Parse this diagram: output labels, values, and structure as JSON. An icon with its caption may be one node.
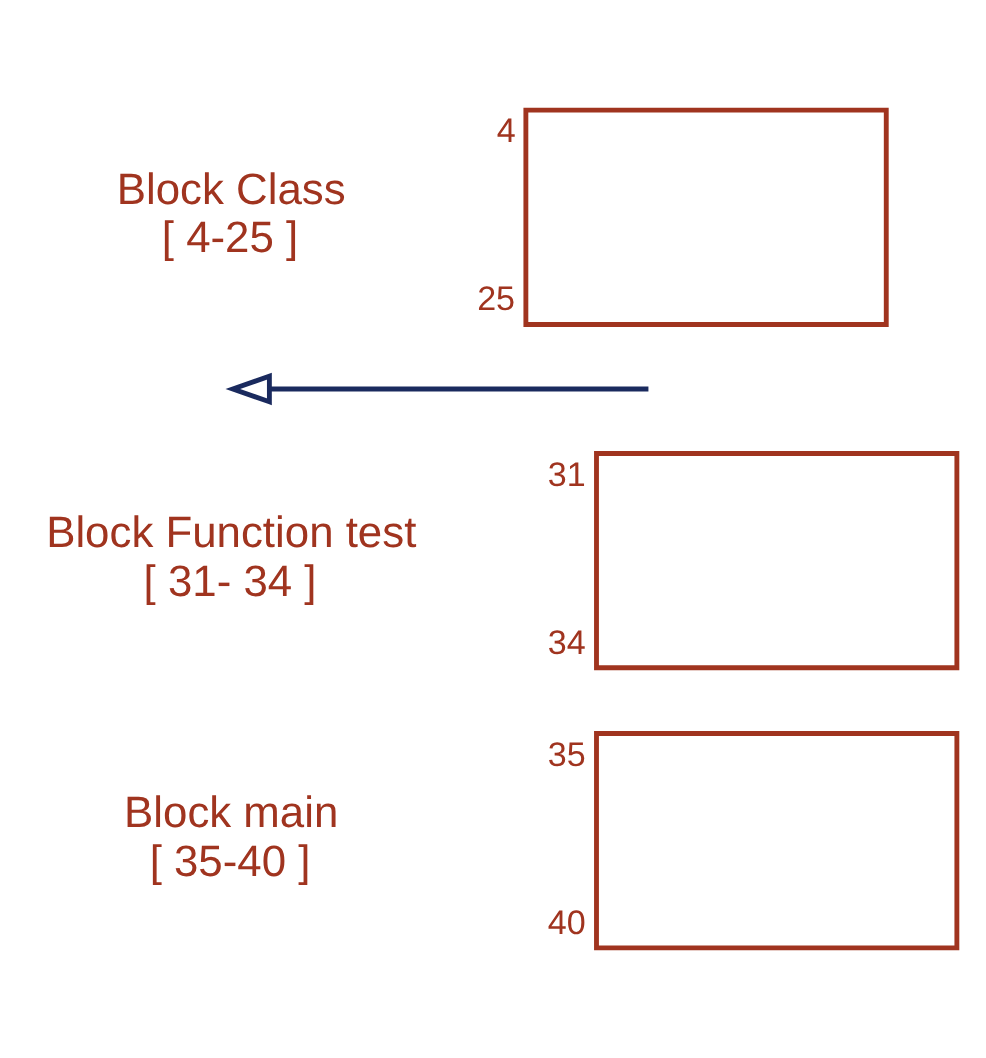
{
  "diagram": {
    "nodes": [
      {
        "text": [],
        "shape": "box",
        "beside": [
          "4",
          "25"
        ]
      },
      {
        "text": [],
        "shape": "box",
        "beside": [
          "31",
          "34"
        ]
      },
      {
        "text": [],
        "shape": "box",
        "beside": [
          "35",
          "40"
        ]
      }
    ],
    "edges": [],
    "labels": [
      "Block Class",
      "[ 4-25 ]",
      "Block Function test",
      "[ 31- 34 ]",
      "Block main",
      "[ 35-40 ]"
    ]
  }
}
